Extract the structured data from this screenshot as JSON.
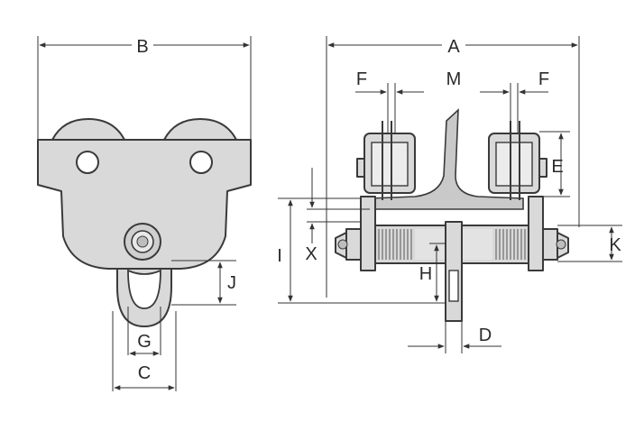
{
  "labels": {
    "B": "B",
    "A": "A",
    "F_left": "F",
    "M": "M",
    "F_right": "F",
    "E": "E",
    "I": "I",
    "X": "X",
    "K": "K",
    "J": "J",
    "H": "H",
    "G": "G",
    "C": "C",
    "D": "D"
  },
  "colors": {
    "line": "#3a3a3a",
    "metal_fill": "#d9d9d9"
  }
}
